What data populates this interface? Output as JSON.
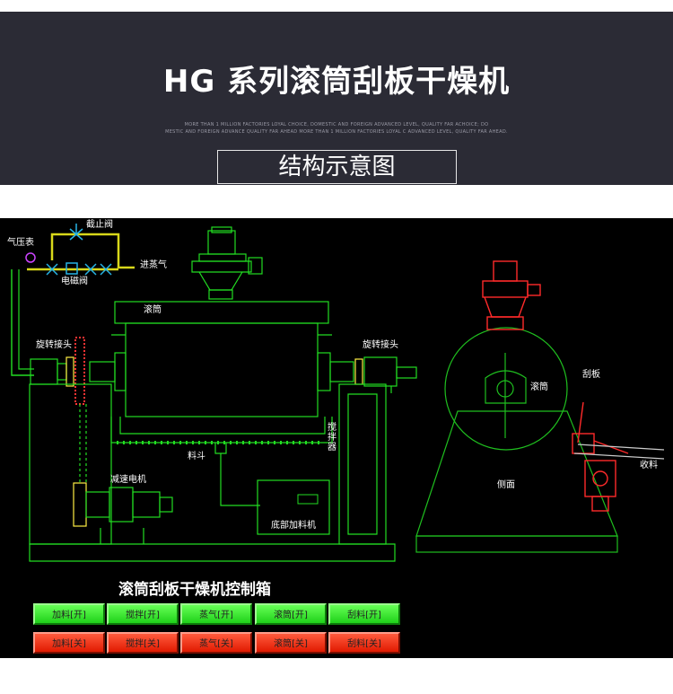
{
  "header": {
    "title": "HG 系列滚筒刮板干燥机",
    "small_text_line1": "MORE THAN 1 MILLION FACTORIES LOYAL CHOICE, DOMESTIC AND FOREIGN ADVANCED LEVEL, QUALITY FAR ACHOICE; DO",
    "small_text_line2": "MESTIC AND FOREIGN ADVANCE QUALITY FAR AHEAD MORE THAN 1 MILLION FACTORIES LOYAL C ADVANCED LEVEL, QUALITY FAR AHEAD.",
    "subtitle": "结构示意图"
  },
  "labels": {
    "shutoff_valve": "截止阀",
    "pressure_gauge": "气压表",
    "steam_inlet": "进蒸气",
    "solenoid_valve": "电磁阀",
    "drum_label": "滚筒",
    "rotary_joint_left": "旋转接头",
    "rotary_joint_right": "旋转接头",
    "stirrer": "搅拌器",
    "hopper": "料斗",
    "reducer_motor": "减速电机",
    "bottom_feeder": "底部加料机",
    "side_drum": "滚筒",
    "scraper": "刮板",
    "discharge": "收料",
    "side_view": "侧面"
  },
  "control_panel": {
    "title": "滚筒刮板干燥机控制箱",
    "on_buttons": [
      "加料[开]",
      "搅拌[开]",
      "蒸气[开]",
      "滚筒[开]",
      "刮料[开]"
    ],
    "off_buttons": [
      "加料[关]",
      "搅拌[关]",
      "蒸气[关]",
      "滚筒[关]",
      "刮料[关]"
    ]
  },
  "colors": {
    "line_green": "#22dd22",
    "side_line_green": "#1fbf1f",
    "pipe_yellow": "#d8d81a",
    "valve_cyan": "#27b4e6",
    "motor_red": "#ff2a2a",
    "header_bg": "#2b2b35"
  }
}
